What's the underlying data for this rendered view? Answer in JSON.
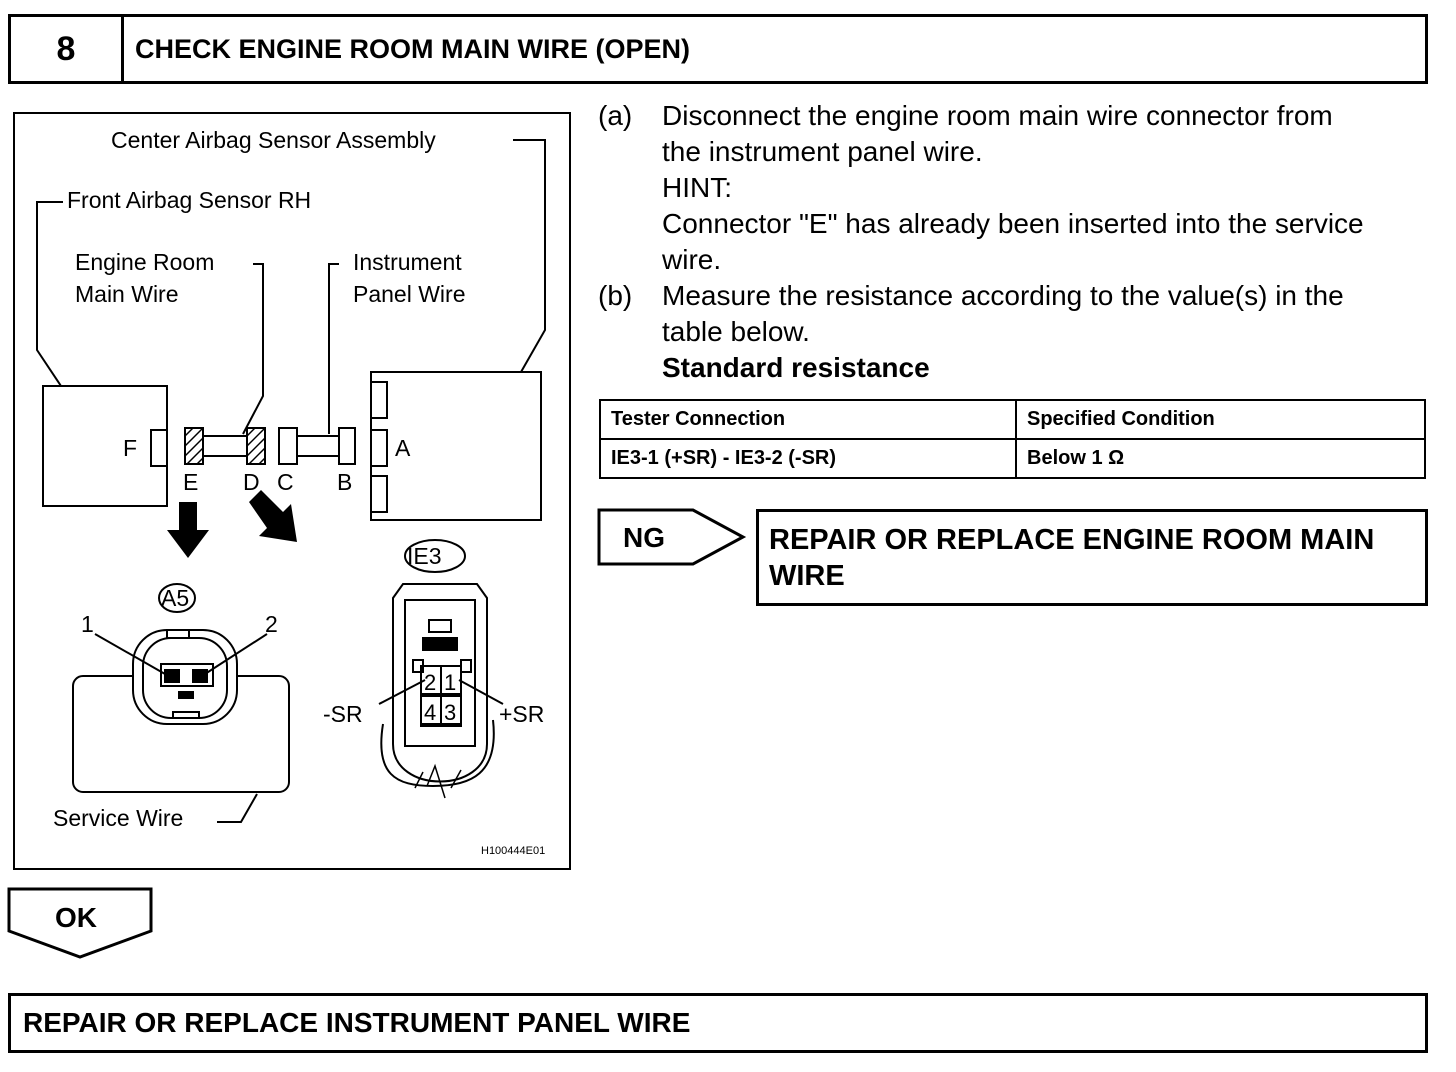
{
  "step": {
    "number": "8",
    "title": "CHECK ENGINE ROOM MAIN WIRE (OPEN)"
  },
  "figure": {
    "labels": {
      "center_sensor": "Center Airbag Sensor Assembly",
      "front_sensor": "Front Airbag Sensor RH",
      "engine_room_line1": "Engine Room",
      "engine_room_line2": "Main Wire",
      "instrument_line1": "Instrument",
      "instrument_line2": "Panel Wire",
      "connector_a": "A",
      "connector_b": "B",
      "connector_c": "C",
      "connector_d": "D",
      "connector_e": "E",
      "connector_f": "F",
      "a5": "A5",
      "ie3": "IE3",
      "pin1": "1",
      "pin2": "2",
      "ie3_pin2": "2",
      "ie3_pin1": "1",
      "ie3_pin4": "4",
      "ie3_pin3": "3",
      "minus_sr": "-SR",
      "plus_sr": "+SR",
      "service_wire": "Service Wire",
      "figure_id": "H100444E01"
    }
  },
  "instructions": [
    {
      "letter": "(a)",
      "lines": [
        "Disconnect the engine room main wire connector from",
        "the instrument panel wire."
      ]
    },
    {
      "hint_label": "HINT:",
      "hint_lines": [
        "Connector \"E\" has already been inserted into the service",
        "wire."
      ]
    },
    {
      "letter": "(b)",
      "lines": [
        "Measure the resistance according to the value(s) in the",
        "table below."
      ]
    }
  ],
  "standard_label": "Standard resistance",
  "table": {
    "headers": [
      "Tester Connection",
      "Specified Condition"
    ],
    "rows": [
      [
        "IE3-1 (+SR) - IE3-2 (-SR)",
        "Below 1 Ω"
      ]
    ]
  },
  "ng": {
    "label": "NG",
    "action_line1": "REPAIR OR REPLACE ENGINE ROOM MAIN",
    "action_line2": "WIRE"
  },
  "ok": {
    "label": "OK"
  },
  "final_action": "REPAIR OR REPLACE INSTRUMENT PANEL WIRE"
}
